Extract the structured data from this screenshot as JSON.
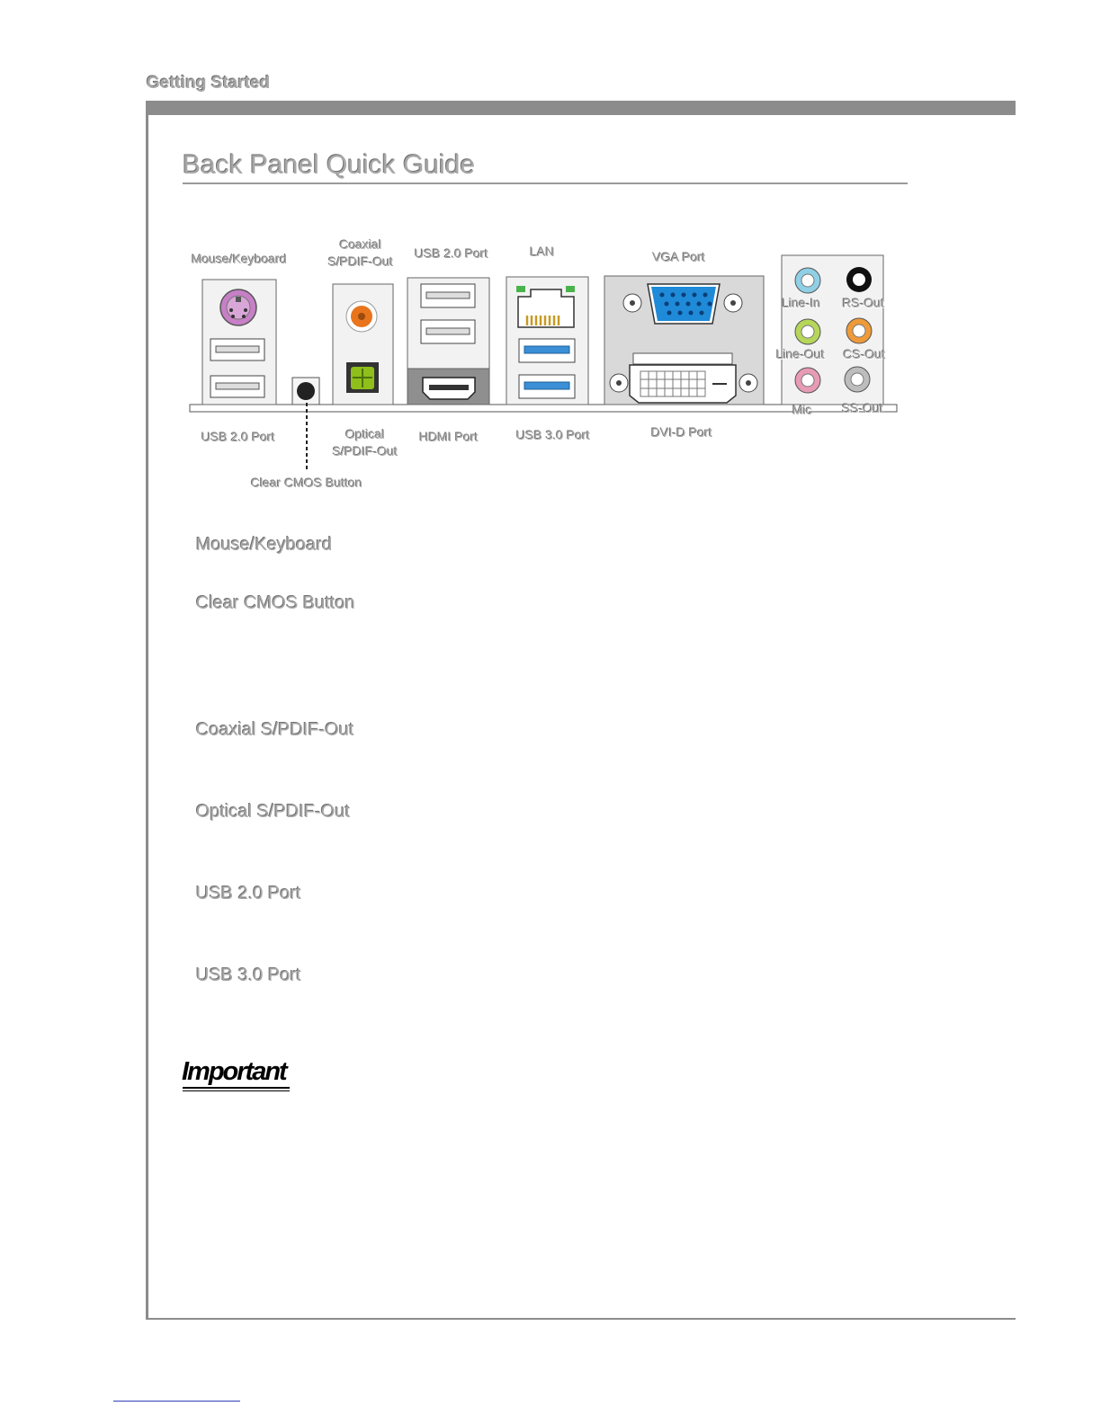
{
  "header": {
    "section": "Getting Started"
  },
  "page": {
    "title": "Back Panel Quick Guide"
  },
  "panel_labels": {
    "mouse_keyboard": "Mouse/Keyboard",
    "coaxial_line1": "Coaxial",
    "coaxial_line2": "S/PDIF-Out",
    "usb20_top": "USB 2.0 Port",
    "lan": "LAN",
    "vga": "VGA Port",
    "line_in": "Line-In",
    "rs_out": "RS-Out",
    "line_out": "Line-Out",
    "cs_out": "CS-Out",
    "mic": "Mic",
    "ss_out": "SS-Out",
    "usb20_bottom": "USB 2.0 Port",
    "optical_line1": "Optical",
    "optical_line2": "S/PDIF-Out",
    "hdmi": "HDMI Port",
    "usb30": "USB 3.0 Port",
    "dvid": "DVI-D Port",
    "clear_cmos": "Clear CMOS Button"
  },
  "sections": [
    "Mouse/Keyboard",
    "Clear CMOS Button",
    "Coaxial S/PDIF-Out",
    "Optical S/PDIF-Out",
    "USB 2.0 Port",
    "USB 3.0 Port"
  ],
  "important": {
    "label": "Important"
  },
  "colors": {
    "ps2": "#c77fc6",
    "coaxial": "#e8741c",
    "optical": "#8fbf1a",
    "vga": "#1f8ad8",
    "usb30": "#3a8fd6",
    "line_in": "#8fd0e6",
    "line_out": "#b6d65a",
    "cs_out": "#ef9a3a",
    "mic": "#e79bb5",
    "ss_out": "#bdbdbd",
    "rs_out": "#111111"
  }
}
